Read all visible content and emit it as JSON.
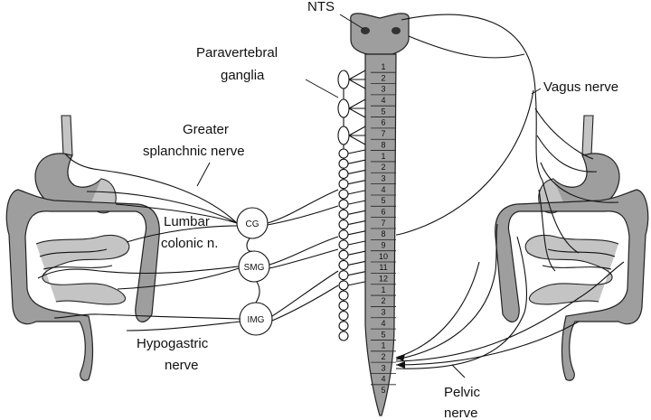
{
  "labels": {
    "nts": "NTS",
    "paravertebral_line1": "Paravertebral",
    "paravertebral_line2": "ganglia",
    "vagus": "Vagus nerve",
    "greater_line1": "Greater",
    "greater_line2": "splanchnic nerve",
    "lumbar_line1": "Lumbar",
    "lumbar_line2": "colonic n.",
    "hypogastric_line1": "Hypogastric",
    "hypogastric_line2": "nerve",
    "pelvic_line1": "Pelvic",
    "pelvic_line2": "nerve"
  },
  "ganglia": {
    "cg": "CG",
    "smg": "SMG",
    "img": "IMG"
  },
  "spinal_segments": [
    "1",
    "2",
    "3",
    "4",
    "5",
    "6",
    "7",
    "8",
    "1",
    "2",
    "3",
    "4",
    "5",
    "6",
    "7",
    "8",
    "9",
    "10",
    "11",
    "12",
    "1",
    "2",
    "3",
    "4",
    "5",
    "1",
    "2",
    "3",
    "4",
    "5"
  ]
}
